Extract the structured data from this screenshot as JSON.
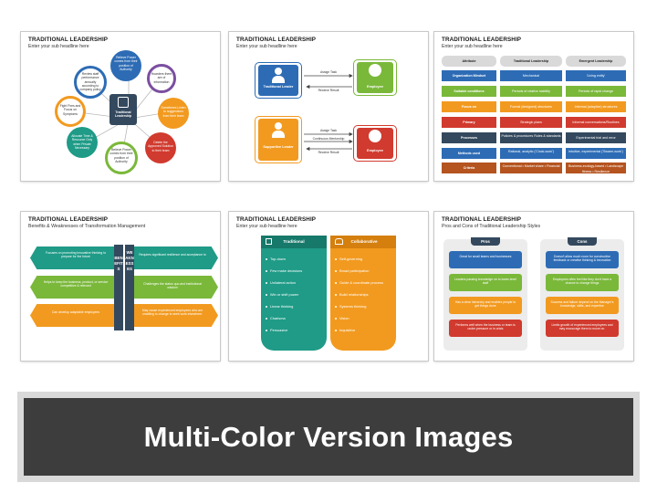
{
  "slides": [
    {
      "title": "TRADITIONAL LEADERSHIP",
      "subtitle": "Enter your sub headline here",
      "center": "Traditional Leadership",
      "bubbles": [
        "Relieve Power comes from their position of Authority",
        "Hoarders there are of information",
        "Sometimes Listen to suggestions from their team",
        "Delete the Approved Solution to their team",
        "Believe Power comes from their position of Authority",
        "Allocate Time & Resource Only when Private Necessary",
        "Fight Fires and Focus on Symptoms",
        "Review staff performance annually according to company policy"
      ]
    },
    {
      "title": "TRADITIONAL LEADERSHIP",
      "subtitle": "Enter your sub headline here",
      "top_left": "Traditional Leader",
      "top_right": "Employee",
      "bottom_left": "Supportive Leader",
      "bottom_right": "Employee",
      "arrows_top": [
        "Assign Task",
        "Receive Result"
      ],
      "arrows_bottom": [
        "Assign Task",
        "Continuous Mentorship",
        "Receive Result"
      ]
    },
    {
      "title": "TRADITIONAL LEADERSHIP",
      "subtitle": "Enter your sub headline here",
      "headers": [
        "Attribute",
        "Traditional Leadership",
        "Emergent Leadership"
      ],
      "rows": [
        [
          "Organization Mindset",
          "Mechanical",
          "'Living entity'"
        ],
        [
          "Suitable conditions",
          "Periods of relative stability",
          "Periods of rapid change"
        ],
        [
          "Focus on",
          "Formal (designed) structures",
          "Informal (adaptive) structures"
        ],
        [
          "Primary",
          "Strategic plans",
          "Informal conversations/Routines"
        ],
        [
          "Processes",
          "Policies & procedures Rules & standards",
          "Experimental trial and error"
        ],
        [
          "Methods used",
          "Rational, analytic ('Clock-work')",
          "Intuitive, experimental ('Swarm-work')"
        ],
        [
          "Criteria",
          "Conventional • Market share • Financial",
          "Business-ecology-based • Landscape fitness • Resilience"
        ]
      ]
    },
    {
      "title": "TRADITIONAL LEADERSHIP",
      "subtitle": "Benefits & Weaknesses of Transformation Management",
      "benefits_label": "BENEFITS",
      "weakness_label": "WEAKNESSES",
      "benefits": [
        "Focuses on promoting innovative thinking to prepare for the future",
        "Helps to keep the business, product, or service competitive & relevant",
        "Can develop adaptable employees"
      ],
      "weaknesses": [
        "Requires significant resilience and acceptance to",
        "Challenges the status quo and institutional wisdom",
        "May cause experienced employees who are unwilling to change to seek work elsewhere."
      ]
    },
    {
      "title": "TRADITIONAL LEADERSHIP",
      "subtitle": "Enter your sub headline here",
      "left_head": "Traditional",
      "right_head": "Collaborative",
      "left_items": [
        "Top-down",
        "Few make decisions",
        "Unilateral action",
        "Win or shift power",
        "Linear thinking",
        "Charisma",
        "Persuasive"
      ],
      "right_items": [
        "Self-governing",
        "Broad participation",
        "Guide & coordinate process",
        "Build relationships",
        "Systems thinking",
        "Vision",
        "Inquisitive"
      ]
    },
    {
      "title": "TRADITIONAL LEADERSHIP",
      "subtitle": "Pros and Cons of Traditional Leadership Styles",
      "pros_label": "Pros",
      "cons_label": "Cons",
      "pros": [
        "Great for small teams and businesses",
        "Leaders passing knowledge on to lower-level staff",
        "Has a clear hierarchy and enables people to get things done",
        "Performs well when the business or team is under pressure or in crisis"
      ],
      "cons": [
        "Doesn't allow much room for constructive feedback or creative thinking & innovation",
        "Employees often feel like they don't have a chance to change things",
        "Success and failure depend on the Manager's knowledge, skills, and expertise",
        "Limits growth of experienced employees and may encourage them to move on."
      ]
    }
  ],
  "banner": "Multi-Color Version Images",
  "colors": {
    "blue": "#2d6cb5",
    "teal": "#1f9b87",
    "green": "#7ab83a",
    "orange": "#f29a1f",
    "red": "#d13a2e",
    "purple": "#7b4fa0",
    "navy": "#34495e"
  }
}
